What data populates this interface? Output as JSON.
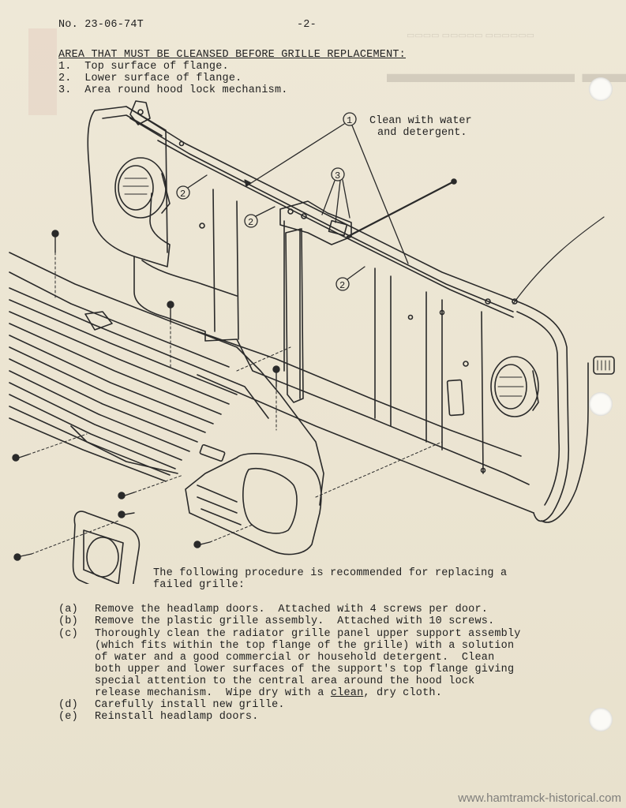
{
  "header": {
    "doc_number": "No. 23-06-74T",
    "page_number": "-2-"
  },
  "cleanse_section": {
    "heading": "AREA THAT MUST BE CLEANSED BEFORE GRILLE REPLACEMENT:",
    "items": [
      "1.  Top surface of flange.",
      "2.  Lower surface of flange.",
      "3.  Area round hood lock mechanism."
    ]
  },
  "diagram": {
    "callout_1_number": "1",
    "callout_1_text_line1": "Clean with water",
    "callout_1_text_line2": "and detergent.",
    "callout_2_number": "2",
    "callout_3_number": "3"
  },
  "procedure": {
    "intro_line1": "The following procedure is recommended for replacing a",
    "intro_line2": "failed grille:",
    "steps": [
      {
        "letter": "(a)",
        "lines": [
          "Remove the headlamp doors.  Attached with 4 screws per door."
        ]
      },
      {
        "letter": "(b)",
        "lines": [
          "Remove the plastic grille assembly.  Attached with 10 screws."
        ]
      },
      {
        "letter": "(c)",
        "lines": [
          "Thoroughly clean the radiator grille panel upper support assembly",
          "(which fits within the top flange of the grille) with a solution",
          "of water and a good commercial or household detergent.  Clean",
          "both upper and lower surfaces of the support's top flange giving",
          "special attention to the central area around the hood lock"
        ],
        "last_line_before": "release mechanism.  Wipe dry with a ",
        "last_line_underlined": "clean",
        "last_line_after": ", dry cloth."
      },
      {
        "letter": "(d)",
        "lines": [
          "Carefully install new grille."
        ]
      },
      {
        "letter": "(e)",
        "lines": [
          "Reinstall headlamp doors."
        ]
      }
    ]
  },
  "watermark": "www.hamtramck-historical.com"
}
